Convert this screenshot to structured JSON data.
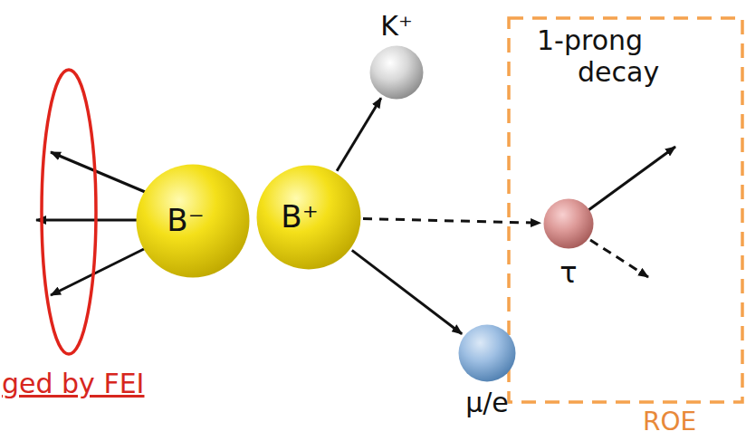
{
  "diagram": {
    "nodes": [
      {
        "text": [
          "ged by FEI"
        ]
      },
      {
        "text": [
          "B⁻"
        ]
      },
      {
        "text": [
          "B⁺"
        ]
      },
      {
        "text": [
          "K⁺"
        ]
      },
      {
        "text": [
          "1-prong decay",
          "ROE"
        ]
      },
      {
        "text": [
          "τ"
        ],
        "in": 4
      },
      {
        "text": [
          "μ/e"
        ]
      }
    ],
    "edges": [
      {
        "from": 2,
        "to": 3,
        "arrow": "to"
      },
      {
        "from": 2,
        "to": 5,
        "arrow": "to"
      },
      {
        "from": 2,
        "to": 6,
        "arrow": "to"
      }
    ]
  }
}
